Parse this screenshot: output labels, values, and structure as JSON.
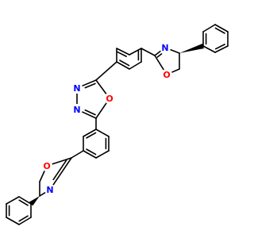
{
  "colors": {
    "bond": "#000000",
    "nitrogen": "#0000ff",
    "oxygen": "#ff0000",
    "carbon": "#000000"
  },
  "atoms": [
    {
      "id": "upper-oxazoline-nitrogen",
      "label": "N",
      "element": "nitrogen"
    },
    {
      "id": "upper-oxazoline-oxygen",
      "label": "O",
      "element": "oxygen"
    },
    {
      "id": "oxadiazole-nitrogen-a",
      "label": "N",
      "element": "nitrogen"
    },
    {
      "id": "oxadiazole-nitrogen-b",
      "label": "N",
      "element": "nitrogen"
    },
    {
      "id": "oxadiazole-oxygen",
      "label": "O",
      "element": "oxygen"
    },
    {
      "id": "lower-oxazoline-oxygen",
      "label": "O",
      "element": "oxygen"
    },
    {
      "id": "lower-oxazoline-nitrogen",
      "label": "N",
      "element": "nitrogen"
    }
  ]
}
